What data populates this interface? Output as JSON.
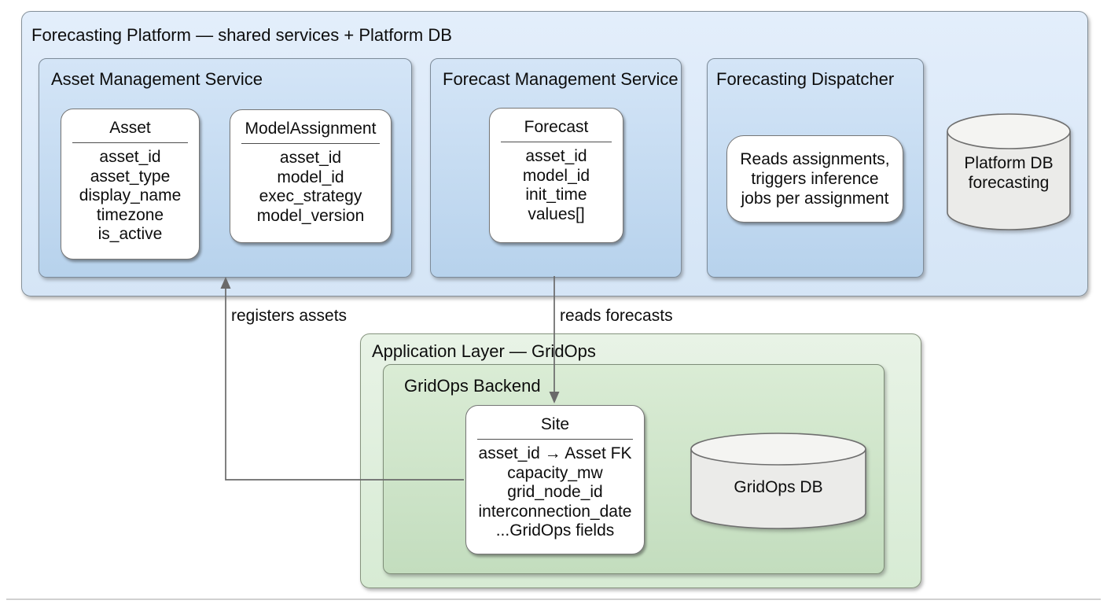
{
  "platform": {
    "title": "Forecasting Platform — shared services + Platform DB",
    "asset_service": {
      "title": "Asset Management Service",
      "entities": [
        {
          "name": "Asset",
          "fields": [
            "asset_id",
            "asset_type",
            "display_name",
            "timezone",
            "is_active"
          ]
        },
        {
          "name": "ModelAssignment",
          "fields": [
            "asset_id",
            "model_id",
            "exec_strategy",
            "model_version"
          ]
        }
      ]
    },
    "forecast_service": {
      "title": "Forecast Management Service",
      "entities": [
        {
          "name": "Forecast",
          "fields": [
            "asset_id",
            "model_id",
            "init_time",
            "values[]"
          ]
        }
      ]
    },
    "dispatcher": {
      "title": "Forecasting Dispatcher",
      "note": "Reads assignments,\ntriggers inference\njobs per assignment"
    },
    "db": {
      "label": "Platform DB\nforecasting"
    }
  },
  "app_layer": {
    "title": "Application Layer — GridOps",
    "backend": {
      "title": "GridOps Backend",
      "entity": {
        "name": "Site",
        "fields": [
          "asset_id → Asset FK",
          "capacity_mw",
          "grid_node_id",
          "interconnection_date",
          "...GridOps fields"
        ]
      },
      "db": {
        "label": "GridOps DB"
      }
    }
  },
  "arrows": [
    {
      "label": "registers assets"
    },
    {
      "label": "reads forecasts"
    }
  ],
  "colors": {
    "platform_fill": "#d8e7f7",
    "service_fill": "#bfd8ef",
    "app_layer_fill": "#ddeeda",
    "backend_fill": "#cde3c8",
    "cylinder_fill": "#ebebe9",
    "line": "#6a6a6a",
    "text": "#0d0d0d"
  }
}
